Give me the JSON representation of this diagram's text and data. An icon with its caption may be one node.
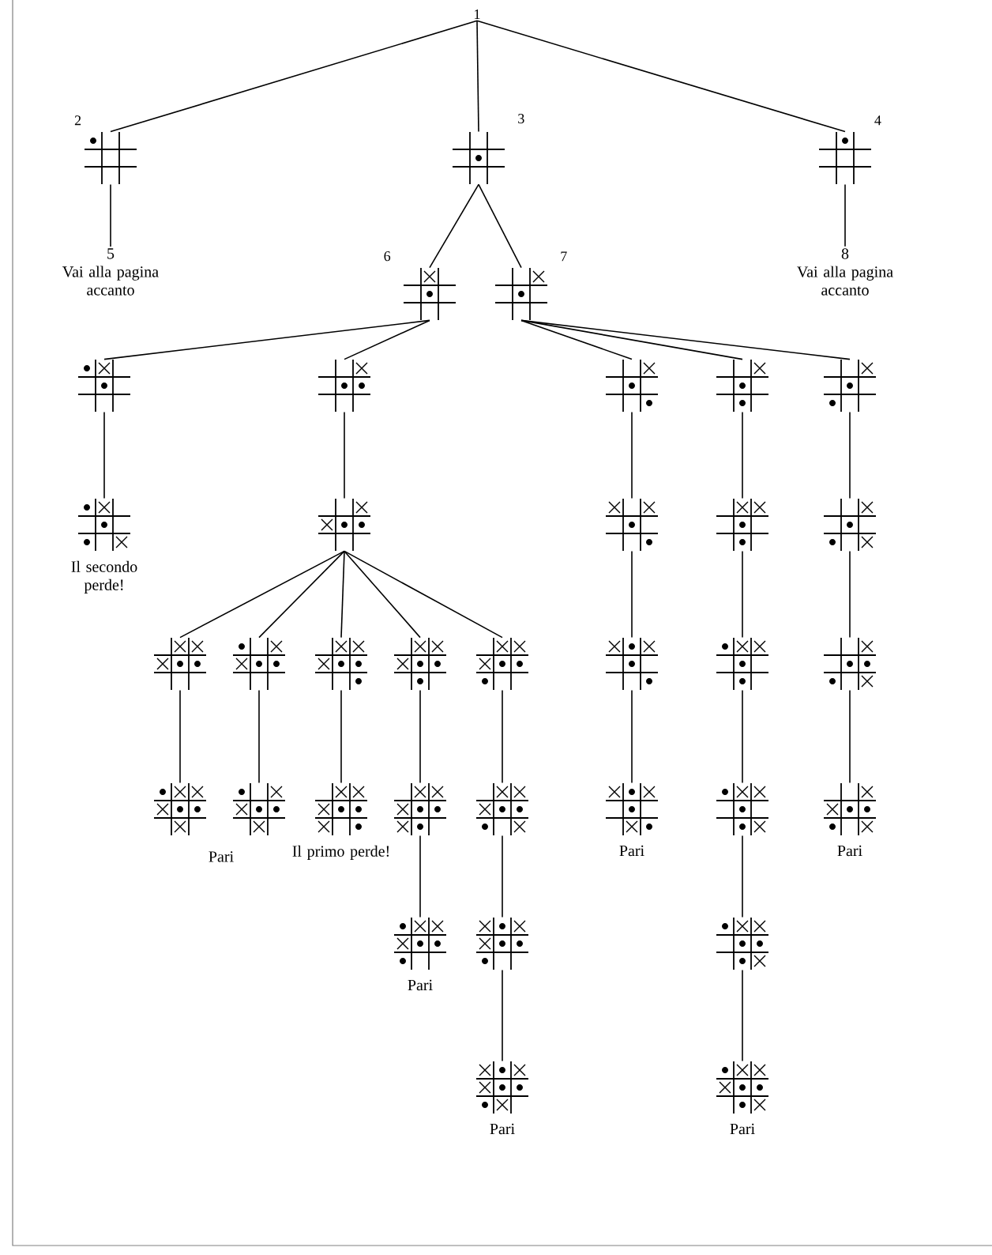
{
  "diagram": {
    "nodes": [
      {
        "text": [
          "1"
        ]
      },
      {
        "text": [],
        "shape": "picture",
        "beside": [
          "2"
        ]
      },
      {
        "text": [],
        "shape": "picture",
        "beside": [
          "3"
        ]
      },
      {
        "text": [],
        "shape": "picture",
        "beside": [
          "4"
        ]
      },
      {
        "text": [
          "5",
          "Vai alla pagina accanto"
        ]
      },
      {
        "text": [],
        "shape": "picture",
        "beside": [
          "6"
        ]
      },
      {
        "text": [],
        "shape": "picture",
        "beside": [
          "7"
        ]
      },
      {
        "text": [
          "8",
          "Vai alla pagina accanto"
        ]
      },
      {
        "text": [],
        "shape": "picture"
      },
      {
        "text": [],
        "shape": "picture"
      },
      {
        "text": [],
        "shape": "picture"
      },
      {
        "text": [],
        "shape": "picture"
      },
      {
        "text": [],
        "shape": "picture"
      },
      {
        "text": [],
        "shape": "picture",
        "beside": [
          "Il secondo perde!"
        ]
      },
      {
        "text": [],
        "shape": "picture"
      },
      {
        "text": [],
        "shape": "picture"
      },
      {
        "text": [],
        "shape": "picture"
      },
      {
        "text": [],
        "shape": "picture"
      },
      {
        "text": [],
        "shape": "picture"
      },
      {
        "text": [],
        "shape": "picture"
      },
      {
        "text": [],
        "shape": "picture"
      },
      {
        "text": [],
        "shape": "picture"
      },
      {
        "text": [],
        "shape": "picture"
      },
      {
        "text": [],
        "shape": "picture"
      },
      {
        "text": [],
        "shape": "picture"
      },
      {
        "text": [],
        "shape": "picture"
      },
      {
        "text": [],
        "shape": "picture"
      },
      {
        "text": [],
        "shape": "picture"
      },
      {
        "text": [],
        "shape": "picture",
        "beside": [
          "Il primo perde!"
        ]
      },
      {
        "text": [],
        "shape": "picture"
      },
      {
        "text": [],
        "shape": "picture"
      },
      {
        "text": [],
        "shape": "picture",
        "beside": [
          "Pari"
        ]
      },
      {
        "text": [],
        "shape": "picture"
      },
      {
        "text": [],
        "shape": "picture",
        "beside": [
          "Pari"
        ]
      },
      {
        "text": [],
        "shape": "picture",
        "beside": [
          "Pari"
        ]
      },
      {
        "text": [],
        "shape": "picture"
      },
      {
        "text": [],
        "shape": "picture"
      },
      {
        "text": [],
        "shape": "picture",
        "beside": [
          "Pari"
        ]
      },
      {
        "text": [],
        "shape": "picture",
        "beside": [
          "Pari"
        ]
      }
    ],
    "edges": [
      {
        "from": 0,
        "to": 1,
        "arrow": "none"
      },
      {
        "from": 0,
        "to": 2,
        "arrow": "none"
      },
      {
        "from": 0,
        "to": 3,
        "arrow": "none"
      },
      {
        "from": 1,
        "to": 4,
        "arrow": "none"
      },
      {
        "from": 2,
        "to": 5,
        "arrow": "none"
      },
      {
        "from": 2,
        "to": 6,
        "arrow": "none"
      },
      {
        "from": 3,
        "to": 7,
        "arrow": "none"
      },
      {
        "from": 5,
        "to": 8,
        "arrow": "none"
      },
      {
        "from": 5,
        "to": 9,
        "arrow": "none"
      },
      {
        "from": 6,
        "to": 10,
        "arrow": "none"
      },
      {
        "from": 6,
        "to": 11,
        "arrow": "none"
      },
      {
        "from": 6,
        "to": 12,
        "arrow": "none"
      },
      {
        "from": 8,
        "to": 13,
        "arrow": "none"
      },
      {
        "from": 9,
        "to": 14,
        "arrow": "none"
      },
      {
        "from": 10,
        "to": 15,
        "arrow": "none"
      },
      {
        "from": 11,
        "to": 16,
        "arrow": "none"
      },
      {
        "from": 12,
        "to": 17,
        "arrow": "none"
      },
      {
        "from": 14,
        "to": 18,
        "arrow": "none"
      },
      {
        "from": 14,
        "to": 19,
        "arrow": "none"
      },
      {
        "from": 14,
        "to": 20,
        "arrow": "none"
      },
      {
        "from": 14,
        "to": 21,
        "arrow": "none"
      },
      {
        "from": 14,
        "to": 22,
        "arrow": "none"
      },
      {
        "from": 15,
        "to": 23,
        "arrow": "none"
      },
      {
        "from": 16,
        "to": 24,
        "arrow": "none"
      },
      {
        "from": 17,
        "to": 25,
        "arrow": "none"
      },
      {
        "from": 18,
        "to": 26,
        "arrow": "none"
      },
      {
        "from": 19,
        "to": 27,
        "arrow": "none"
      },
      {
        "from": 20,
        "to": 28,
        "arrow": "none"
      },
      {
        "from": 21,
        "to": 29,
        "arrow": "none"
      },
      {
        "from": 22,
        "to": 30,
        "arrow": "none"
      },
      {
        "from": 23,
        "to": 31,
        "arrow": "none"
      },
      {
        "from": 24,
        "to": 32,
        "arrow": "none"
      },
      {
        "from": 25,
        "to": 33,
        "arrow": "none"
      },
      {
        "from": 29,
        "to": 34,
        "arrow": "none"
      },
      {
        "from": 30,
        "to": 35,
        "arrow": "none"
      },
      {
        "from": 32,
        "to": 36,
        "arrow": "none"
      },
      {
        "from": 35,
        "to": 37,
        "arrow": "none"
      },
      {
        "from": 36,
        "to": 38,
        "arrow": "none"
      }
    ],
    "labels": [
      "Pari"
    ]
  }
}
